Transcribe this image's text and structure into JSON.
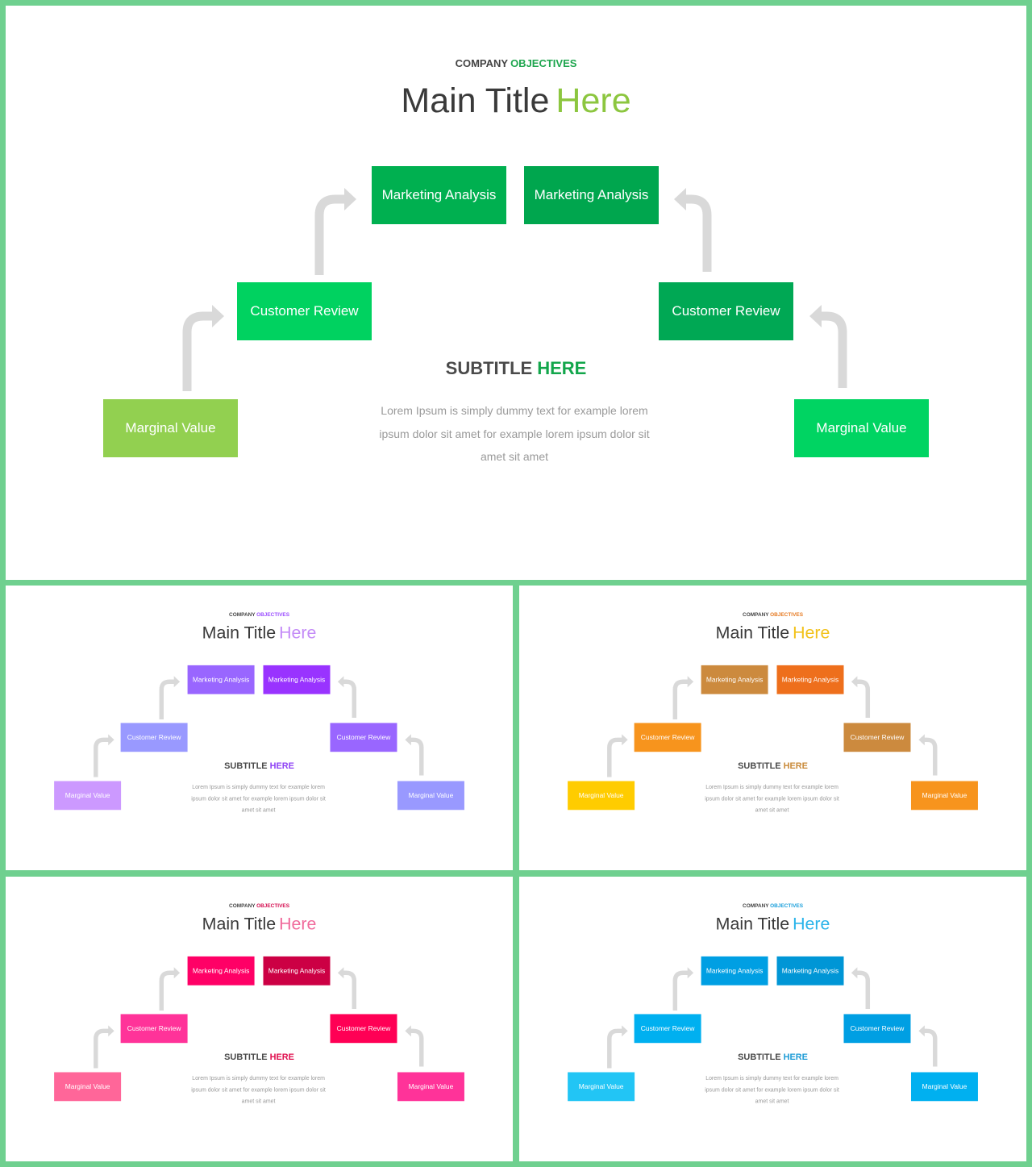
{
  "slide_text": {
    "kicker_prefix": "COMPANY",
    "kicker_accent": "OBJECTIVES",
    "title_prefix": "Main Title",
    "title_accent": "Here",
    "subtitle_prefix": "SUBTITLE",
    "subtitle_accent": "HERE",
    "body": "Lorem Ipsum is simply dummy text for example lorem ipsum dolor sit amet for example lorem ipsum dolor sit amet sit amet",
    "box_top": "Marketing Analysis",
    "box_middle": "Customer Review",
    "box_bottom": "Marginal Value"
  },
  "arrow_color": "#d9d9d9",
  "themes": [
    {
      "name": "green",
      "kicker_accent": "#1fa64f",
      "title_accent": "#8cc63f",
      "subtitle_accent": "#12a64b",
      "left_bottom": "#92d050",
      "left_middle": "#00d260",
      "top_left": "#00b050",
      "top_right": "#00a64e",
      "right_middle": "#00a854",
      "right_bottom": "#00d462"
    },
    {
      "name": "purple",
      "kicker_accent": "#9b4dff",
      "title_accent": "#c48cf7",
      "subtitle_accent": "#8f43f5",
      "left_bottom": "#cc99ff",
      "left_middle": "#9999ff",
      "top_left": "#9966ff",
      "top_right": "#9933ff",
      "right_middle": "#9966ff",
      "right_bottom": "#9999ff"
    },
    {
      "name": "orange",
      "kicker_accent": "#e67a22",
      "title_accent": "#f2c21b",
      "subtitle_accent": "#c98a3a",
      "left_bottom": "#ffcc00",
      "left_middle": "#f7941d",
      "top_left": "#cc8a3e",
      "top_right": "#ee6f1c",
      "right_middle": "#cc8a3e",
      "right_bottom": "#f7941d"
    },
    {
      "name": "pink",
      "kicker_accent": "#d40b4e",
      "title_accent": "#f06b9c",
      "subtitle_accent": "#e0104f",
      "left_bottom": "#ff6699",
      "left_middle": "#ff3399",
      "top_left": "#ff0066",
      "top_right": "#cc0044",
      "right_middle": "#ff0055",
      "right_bottom": "#ff3399"
    },
    {
      "name": "blue",
      "kicker_accent": "#1a9fdb",
      "title_accent": "#2ab4ea",
      "subtitle_accent": "#1d9bd6",
      "left_bottom": "#22c5f5",
      "left_middle": "#00b0f0",
      "top_left": "#009fe3",
      "top_right": "#0096d6",
      "right_middle": "#009fe3",
      "right_bottom": "#00b0f0"
    }
  ]
}
